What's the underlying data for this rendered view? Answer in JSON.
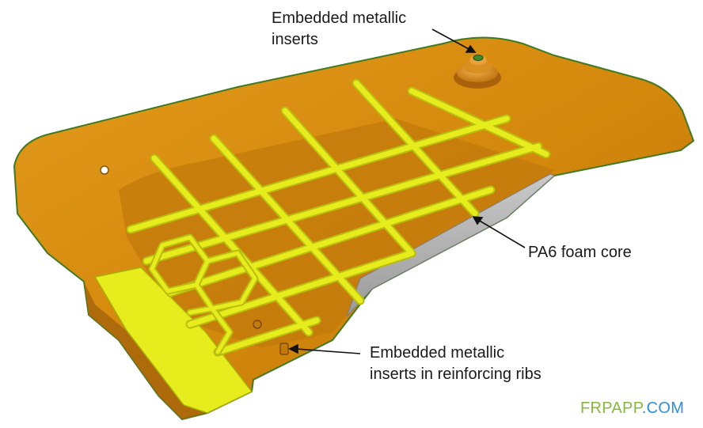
{
  "callouts": {
    "top_line1": "Embedded metallic",
    "top_line2": "inserts",
    "foam": "PA6 foam core",
    "ribs_line1": "Embedded metallic",
    "ribs_line2": "inserts in reinforcing ribs"
  },
  "watermark": {
    "part1": "FRPAPP",
    "part2": ".COM"
  },
  "colors": {
    "panel": "#d3870c",
    "panel_dark": "#a8650a",
    "ribs": "#e7ec1c",
    "ribs_dark": "#b9bd10",
    "foam": "#b4b4b4",
    "edge_green": "#3f7a22"
  }
}
